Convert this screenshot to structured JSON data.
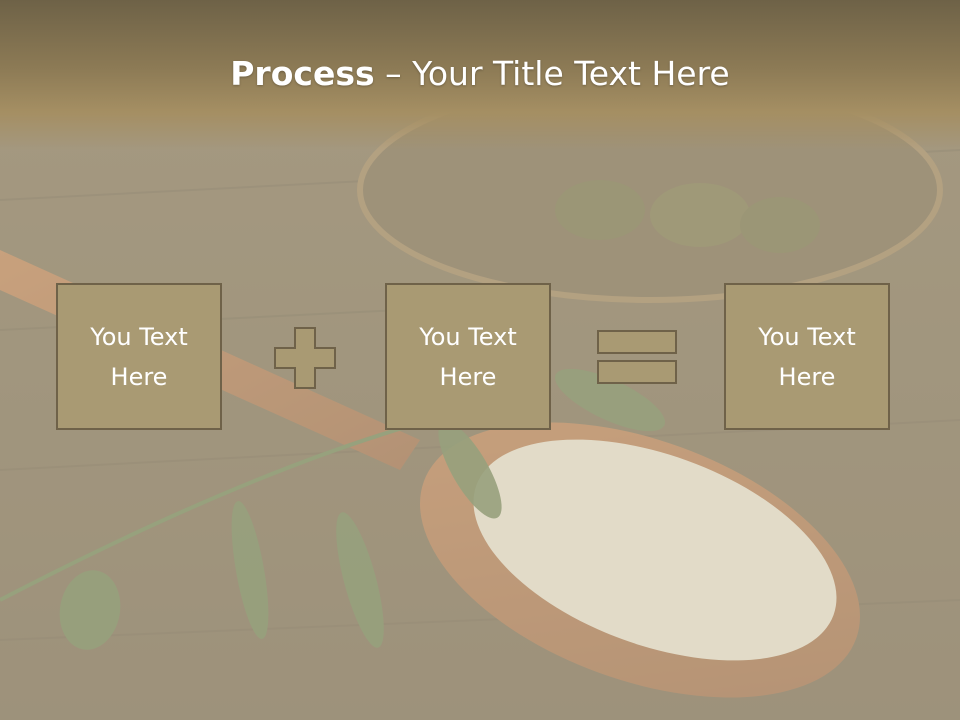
{
  "slide": {
    "title_bold": "Process",
    "title_rest": " – Your Title Text Here"
  },
  "boxes": [
    {
      "line1": "You Text",
      "line2": "Here"
    },
    {
      "line1": "You Text",
      "line2": "Here"
    },
    {
      "line1": "You Text",
      "line2": "Here"
    }
  ],
  "operators": [
    "plus-icon",
    "equals-icon"
  ],
  "colors": {
    "box_fill": "#a99a73",
    "box_border": "#6f6249",
    "title_band": "#8c7a55",
    "text": "#ffffff"
  }
}
